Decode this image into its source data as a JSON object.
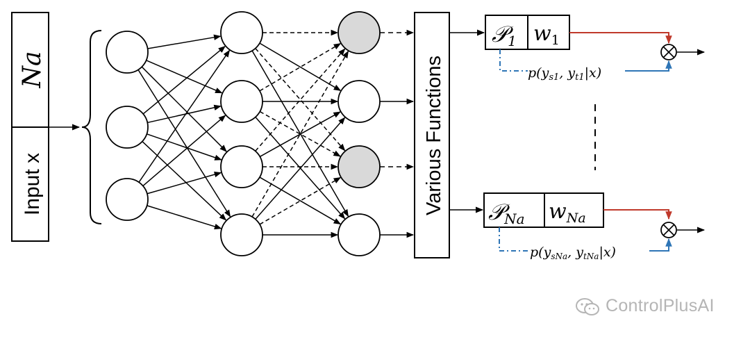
{
  "input_box": {
    "top_label": "Na",
    "bottom_label": "Input x"
  },
  "functions_box": {
    "label": "Various Functions"
  },
  "network": {
    "layers": [
      {
        "name": "input-layer",
        "count": 3
      },
      {
        "name": "hidden-layer",
        "count": 4
      },
      {
        "name": "output-layer",
        "count": 4,
        "shaded": [
          0,
          2
        ]
      }
    ]
  },
  "heads": [
    {
      "p_label": "𝒫",
      "p_sub": "1",
      "w_label": "w",
      "w_sub": "1",
      "prob_label": "p(y",
      "prob_sub1": "s1",
      "prob_mid": ", y",
      "prob_sub2": "t1",
      "prob_end": "|x)"
    },
    {
      "p_label": "𝒫",
      "p_sub": "Na",
      "w_label": "w",
      "w_sub": "Na",
      "prob_label": "p(y",
      "prob_sub1": "sNa",
      "prob_mid": ", y",
      "prob_sub2": "tNa",
      "prob_end": "|x)"
    }
  ],
  "multiply_symbol": "⊗",
  "colors": {
    "weight_line": "#c0392b",
    "prob_line": "#2e75b6",
    "shaded_node": "#d9d9d9"
  },
  "watermark": {
    "text": "ControlPlusAI",
    "icon": "wechat-icon"
  }
}
